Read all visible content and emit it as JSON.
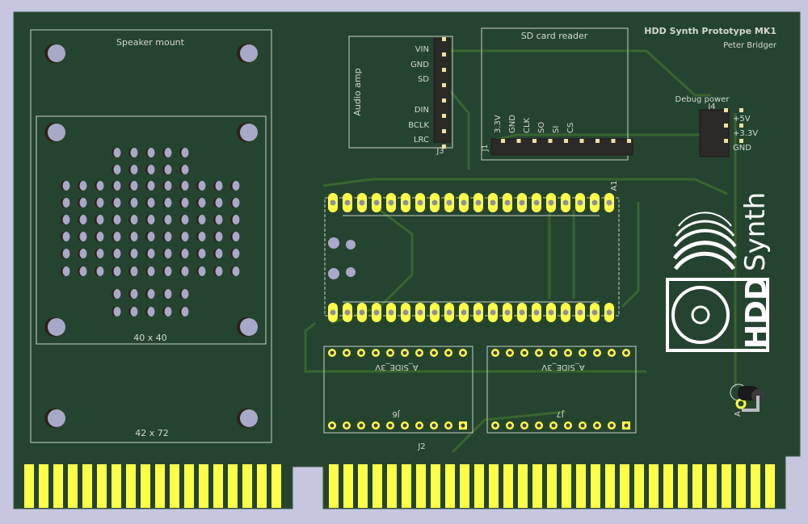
{
  "board": {
    "title": "HDD Synth Prototype MK1",
    "author": "Peter Bridger",
    "colors": {
      "background": "#c6c6df",
      "substrate": "#254430",
      "trace": "#3b6a2e",
      "silkscreen": "#d4d8cc",
      "copper": "#ffff48",
      "drill": "#a8a8c8"
    }
  },
  "speaker": {
    "label": "Speaker mount",
    "inner_size": "40 x 40",
    "outer_size": "42 x 72"
  },
  "audio_amp": {
    "label": "Audio amp",
    "ref": "J3",
    "pins": [
      "VIN",
      "GND",
      "SD",
      "",
      "DIN",
      "BCLK",
      "LRC"
    ]
  },
  "sd_reader": {
    "label": "SD card reader",
    "ref": "J1",
    "pins": [
      "3.3V",
      "GND",
      "CLK",
      "SO",
      "SI",
      "CS"
    ]
  },
  "debug_power": {
    "label": "Debug power",
    "ref": "J4",
    "pins": [
      "+5V",
      "+3.3V",
      "GND"
    ]
  },
  "mcu": {
    "ref": "A1"
  },
  "sockets": [
    {
      "ref": "J6",
      "value": "A_SIDE_3V"
    },
    {
      "ref": "J7",
      "value": "A_SIDE_3V"
    }
  ],
  "edge_connector": {
    "ref": "J2",
    "left_fingers": 18,
    "right_fingers": 31
  },
  "led": {
    "ref": "A"
  },
  "logo": {
    "word1": "HDD",
    "word2": "Synth"
  }
}
